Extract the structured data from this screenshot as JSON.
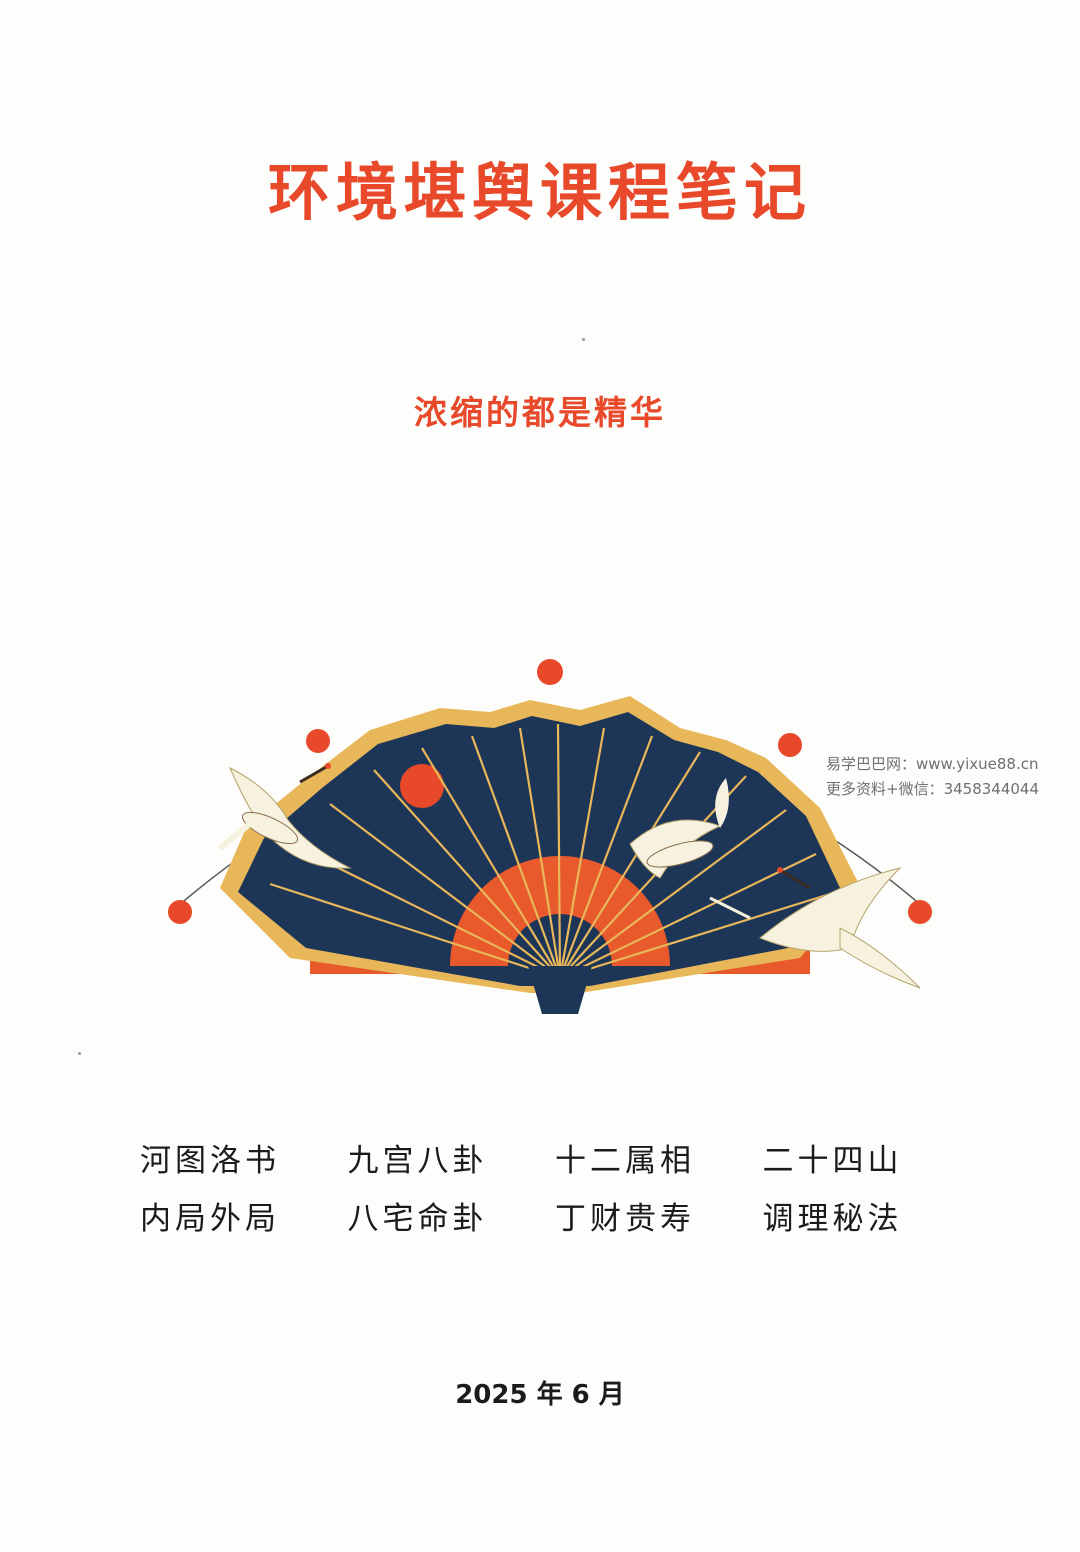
{
  "document": {
    "title": "环境堪舆课程笔记",
    "subtitle": "浓缩的都是精华",
    "date": "2025 年 6 月"
  },
  "watermark": {
    "line1": "易学巴巴网：www.yixue88.cn",
    "line2": "更多资料+微信：3458344044"
  },
  "topics": {
    "rows": [
      [
        "河图洛书",
        "九宫八卦",
        "十二属相",
        "二十四山"
      ],
      [
        "内局外局",
        "八宅命卦",
        "丁财贵寿",
        "调理秘法"
      ]
    ]
  },
  "colors": {
    "accent_red": "#e8492a",
    "fan_navy": "#1d3557",
    "fan_gold": "#e8b75a",
    "fan_orange": "#e8592c",
    "text_dark": "#1b1b1b"
  },
  "illustration": {
    "icons": [
      "folding-fan-icon",
      "crane-icon",
      "sun-icon"
    ]
  }
}
